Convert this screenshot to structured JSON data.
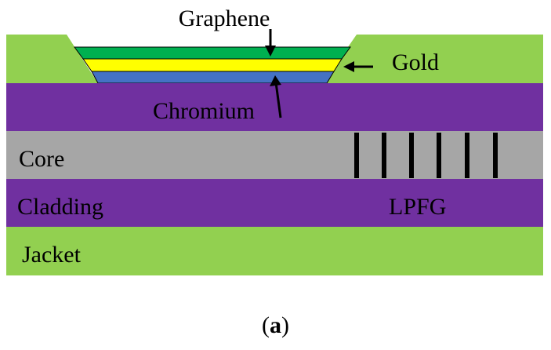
{
  "labels": {
    "graphene": "Graphene",
    "gold": "Gold",
    "chromium": "Chromium",
    "core": "Core",
    "cladding": "Cladding",
    "lpfg": "LPFG",
    "jacket": "Jacket"
  },
  "caption": {
    "open": "(",
    "letter": "a",
    "close": ")"
  },
  "colors": {
    "jacket_green": "#92D050",
    "cladding_purple": "#7030A0",
    "core_gray": "#A6A6A6",
    "graphene_green": "#00B050",
    "gold_yellow": "#FFFF00",
    "chromium_blue": "#4472C4",
    "grating_black": "#000000"
  },
  "grating": {
    "line_count": 6
  }
}
